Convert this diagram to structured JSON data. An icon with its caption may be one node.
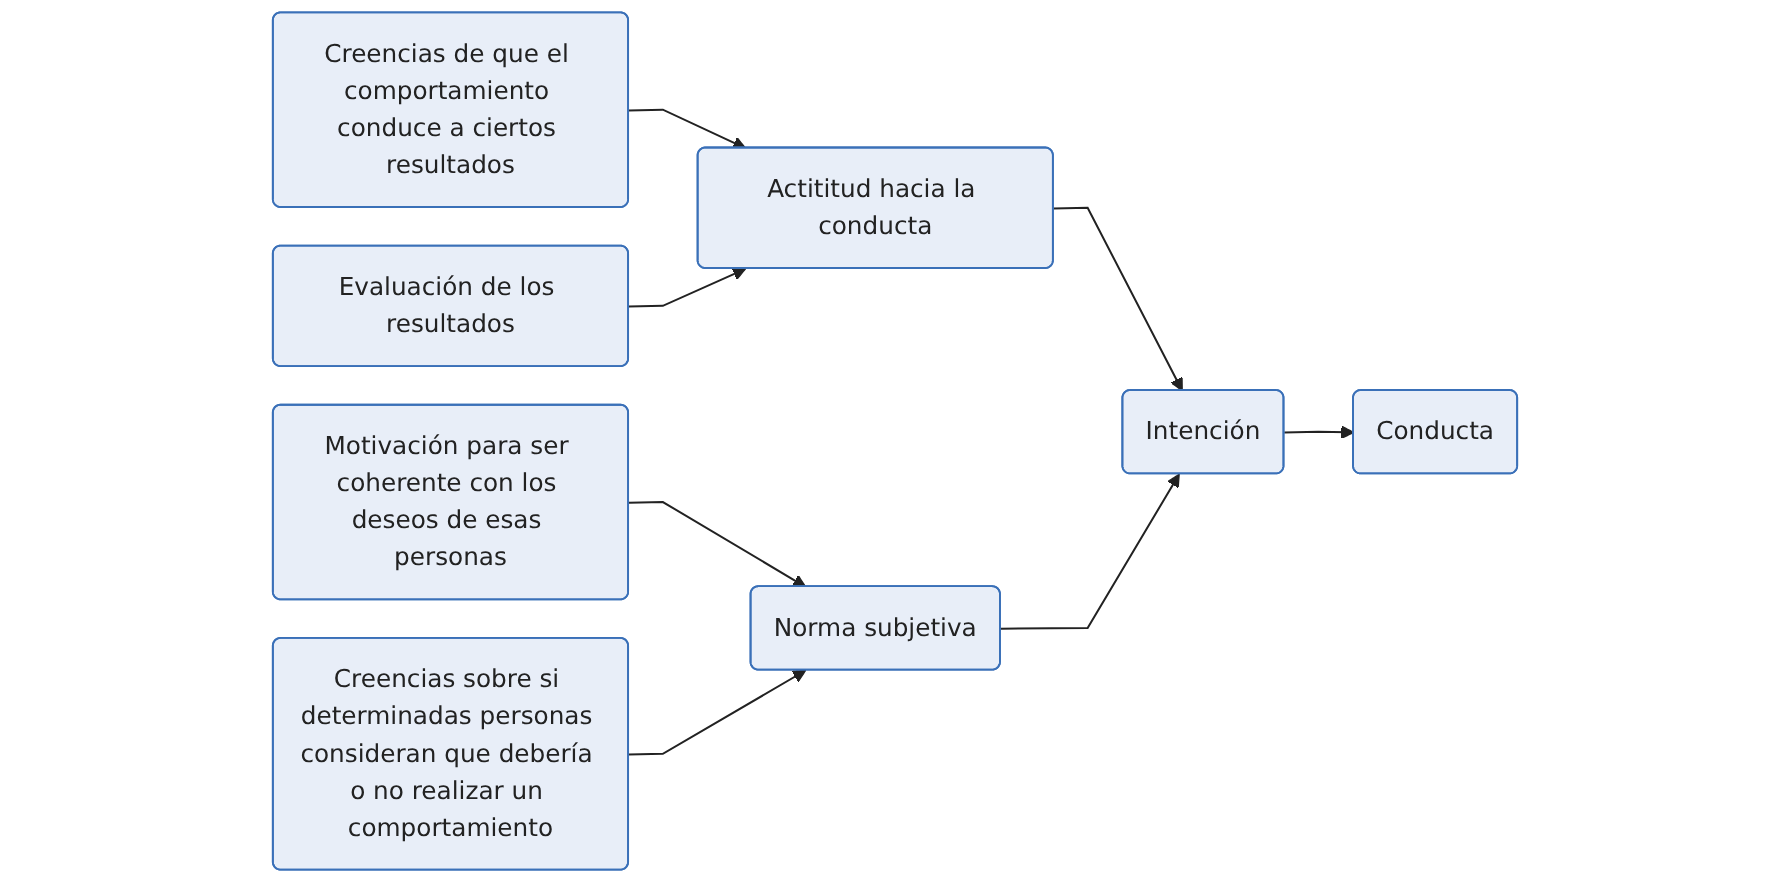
{
  "diagram": {
    "nodes": [
      {
        "text": [
          "Creencias de que el comportamiento conduce a ciertos resultados"
        ]
      },
      {
        "text": [
          "Evaluación de los resultados"
        ]
      },
      {
        "text": [
          "Actititud hacia la conducta"
        ]
      },
      {
        "text": [
          "Motivación para ser coherente con los deseos de esas personas"
        ]
      },
      {
        "text": [
          "Creencias sobre si determinadas personas consideran que debería o no realizar un comportamiento"
        ]
      },
      {
        "text": [
          "Norma subjetiva"
        ]
      },
      {
        "text": [
          "Intención"
        ]
      },
      {
        "text": [
          "Conducta"
        ]
      }
    ],
    "edges": [
      {
        "from": 0,
        "to": 2,
        "arrow": "to"
      },
      {
        "from": 1,
        "to": 2,
        "arrow": "to"
      },
      {
        "from": 3,
        "to": 5,
        "arrow": "to"
      },
      {
        "from": 4,
        "to": 5,
        "arrow": "to"
      },
      {
        "from": 2,
        "to": 6,
        "arrow": "to"
      },
      {
        "from": 5,
        "to": 6,
        "arrow": "to"
      },
      {
        "from": 6,
        "to": 7,
        "arrow": "to"
      }
    ]
  }
}
